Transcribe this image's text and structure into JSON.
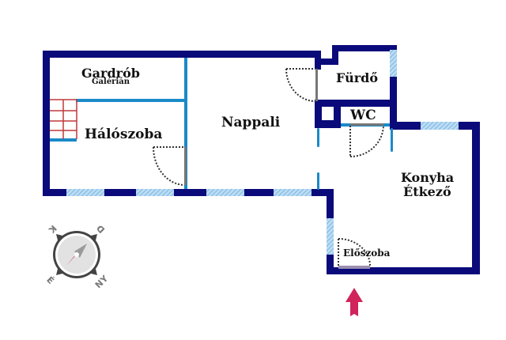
{
  "plan": {
    "colors": {
      "outer_wall": "#0a0a7a",
      "inner_wall": "#1a8ac8",
      "window": "#8fc3ea",
      "door": "#777777",
      "door_arc": "#333333",
      "stair": "#c0393b",
      "entrance_threshold": "#9a8fb0",
      "entrance_arrow": "#d0245a"
    },
    "rooms": {
      "gardrob": {
        "label": "Gardrób",
        "sublabel": "Galérián"
      },
      "haloszoba": {
        "label": "Hálószoba"
      },
      "nappali": {
        "label": "Nappali"
      },
      "furdo": {
        "label": "Fürdő"
      },
      "wc": {
        "label": "WC"
      },
      "konyha": {
        "label": "Konyha",
        "sublabel": "Étkező"
      },
      "eloszoba": {
        "label": "Előszoba"
      }
    }
  },
  "compass": {
    "letters": {
      "top_left": "K",
      "top_right": "D",
      "bottom_left": "É",
      "bottom_right": "NY"
    },
    "needle_colors": {
      "north": "#d0245a",
      "south": "#9a9a9a"
    }
  },
  "entrance_arrow": {
    "icon": "arrow-up-icon"
  }
}
